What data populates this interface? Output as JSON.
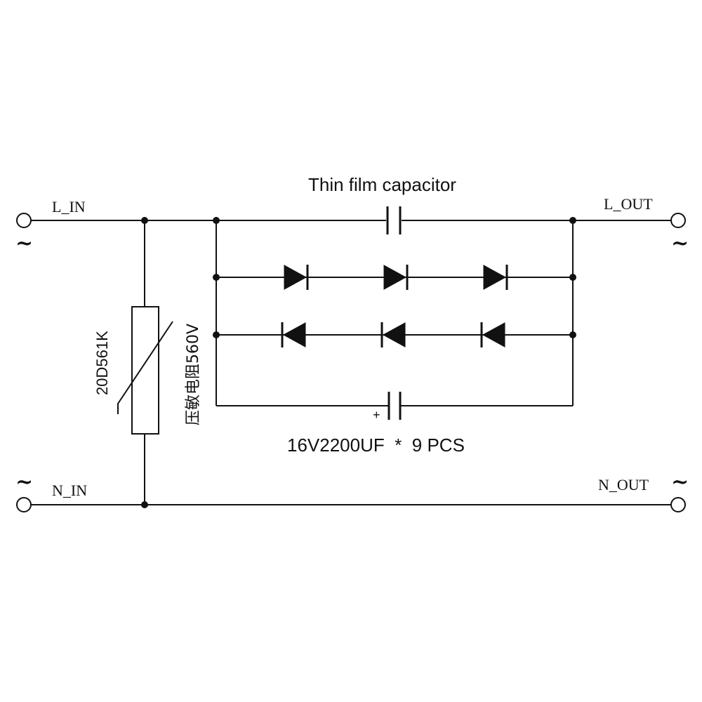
{
  "terminals": {
    "l_in": "L_IN",
    "n_in": "N_IN",
    "l_out": "L_OUT",
    "n_out": "N_OUT",
    "ac_symbol": "~"
  },
  "components": {
    "film_capacitor_label": "Thin film capacitor",
    "varistor_part": "20D561K",
    "varistor_desc": "压敏电阻560V",
    "electrolytic_label": "16V2200UF  *  9 PCS",
    "electrolytic_polarity": "+"
  },
  "colors": {
    "line": "#111111",
    "background": "#ffffff"
  }
}
